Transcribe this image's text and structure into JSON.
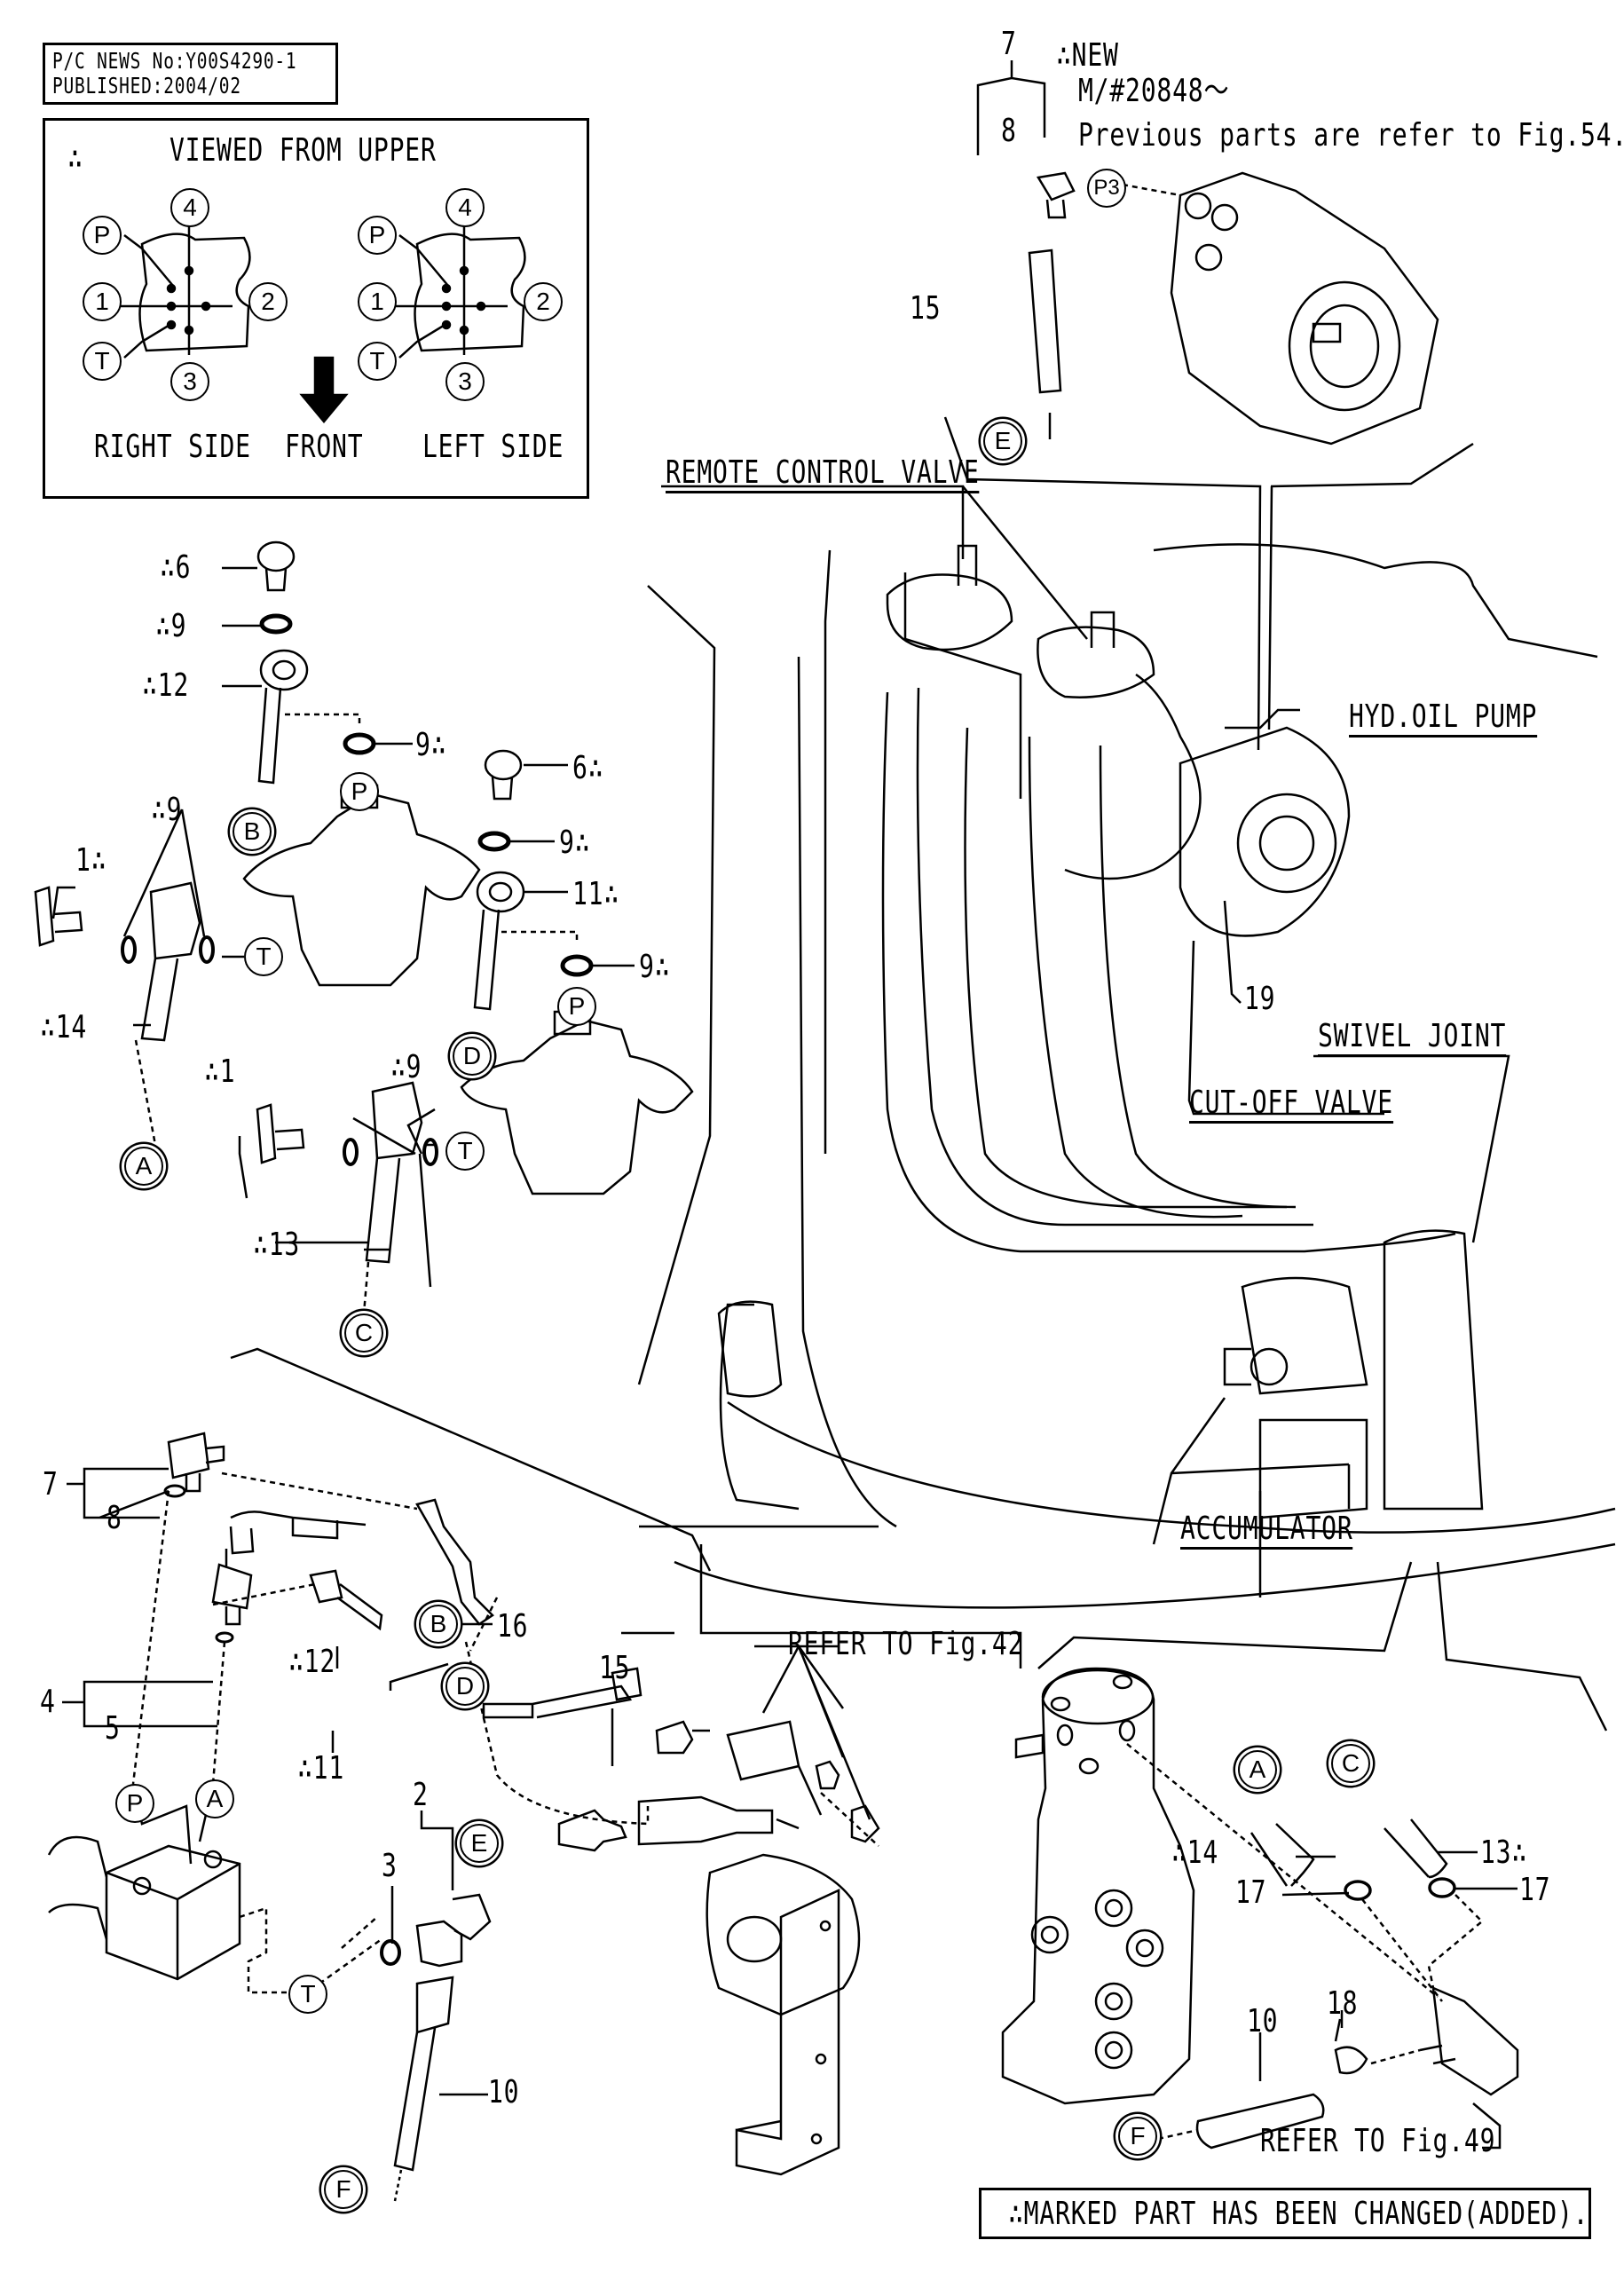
{
  "header": {
    "news_no": "P/C NEWS No:Y00S4290-1",
    "published": "PUBLISHED:2004/02"
  },
  "port_view": {
    "marker": "∴",
    "title": "VIEWED FROM UPPER",
    "port_labels": [
      "P",
      "4",
      "1",
      "2",
      "T",
      "3"
    ],
    "right_side": "RIGHT SIDE",
    "front": "FRONT",
    "left_side": "LEFT SIDE"
  },
  "pump_note": {
    "new": "∴NEW",
    "serial": "M/#20848～",
    "previous": "Previous parts are refer to Fig.54."
  },
  "callouts": {
    "remote_control_valve": "REMOTE CONTROL VALVE",
    "hyd_oil_pump": "HYD.OIL PUMP",
    "swivel_joint": "SWIVEL JOINT",
    "cut_off_valve": "CUT-OFF VALVE",
    "accumulator": "ACCUMULATOR",
    "refer_fig42": "REFER TO Fig.42",
    "refer_fig49": "REFER TO Fig.49"
  },
  "part_numbers": {
    "p7_top": "7",
    "p8_top": "8",
    "p15_top": "15",
    "p3_port": "P3",
    "p6a": "∴6",
    "p9a": "∴9",
    "p12a": "∴12",
    "p9b": "9∴",
    "p6b": "6∴",
    "p9c": "9∴",
    "p11a": "11∴",
    "p9d": "9∴",
    "p9e": "∴9",
    "p1a": "1∴",
    "p14a": "∴14",
    "p1b": "∴1",
    "p9f": "∴9",
    "p13a": "∴13",
    "p19": "19",
    "p7_bot": "7",
    "p8_bot": "8",
    "p4": "4",
    "p5": "5",
    "p12b": "∴12",
    "p11b": "∴11",
    "p16": "16",
    "p15_bot": "15",
    "p2": "2",
    "p3": "3",
    "p10a": "10",
    "p14b": "∴14",
    "p13b": "13∴",
    "p17a": "17",
    "p17b": "17",
    "p18": "18",
    "p10b": "10"
  },
  "connection_markers": {
    "E_top": "E",
    "P_a": "P",
    "B_a": "B",
    "T_a": "T",
    "A_a": "A",
    "P_b": "P",
    "D_a": "D",
    "T_b": "T",
    "C_a": "C",
    "B_b": "B",
    "D_b": "D",
    "P_c": "P",
    "A_b": "A",
    "E_b": "E",
    "T_c": "T",
    "F_a": "F",
    "A_c": "A",
    "C_b": "C",
    "F_b": "F"
  },
  "footer": {
    "note": "∴MARKED PART HAS BEEN CHANGED(ADDED)."
  }
}
